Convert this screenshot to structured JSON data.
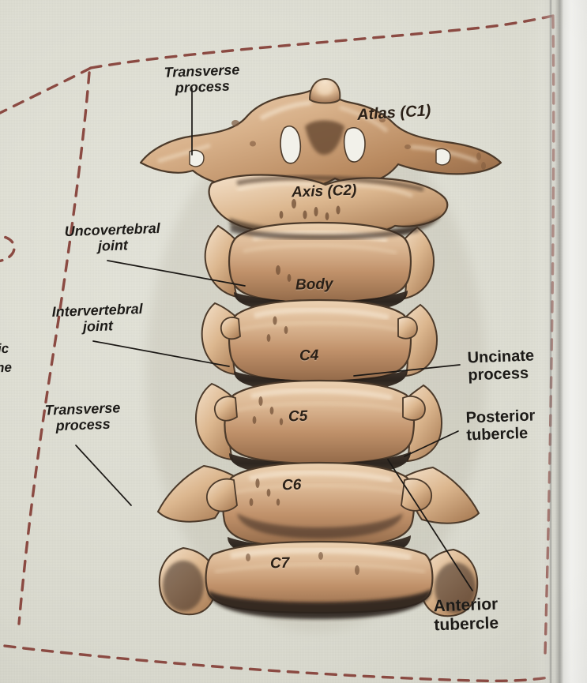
{
  "figure": {
    "subject": "Cervical spine anterior view illustration",
    "background_color": "#dfdfd4",
    "dashed_border_color": "#8b4a42",
    "bone_light": "#e8cbab",
    "bone_mid": "#c79b74",
    "bone_dark": "#8a6344",
    "bone_shadow": "#2f2620",
    "leader_line_color": "#1b1815"
  },
  "labels": {
    "transverse_process_top": "Transverse\nprocess",
    "atlas": "Atlas  (C1)",
    "axis": "Axis (C2)",
    "uncovertebral_joint": "Uncovertebral\njoint",
    "intervertebral_joint": "Intervertebral\njoint",
    "transverse_process_left": "Transverse\nprocess",
    "body": "Body",
    "c4": "C4",
    "c5": "C5",
    "c6": "C6",
    "c7": "C7",
    "uncinate_process": "Uncinate\nprocess",
    "posterior_tubercle": "Posterior\ntubercle",
    "anterior_tubercle": "Anterior\ntubercle",
    "cropped_left_fragment_1": "ic",
    "cropped_left_fragment_2": "ne"
  }
}
